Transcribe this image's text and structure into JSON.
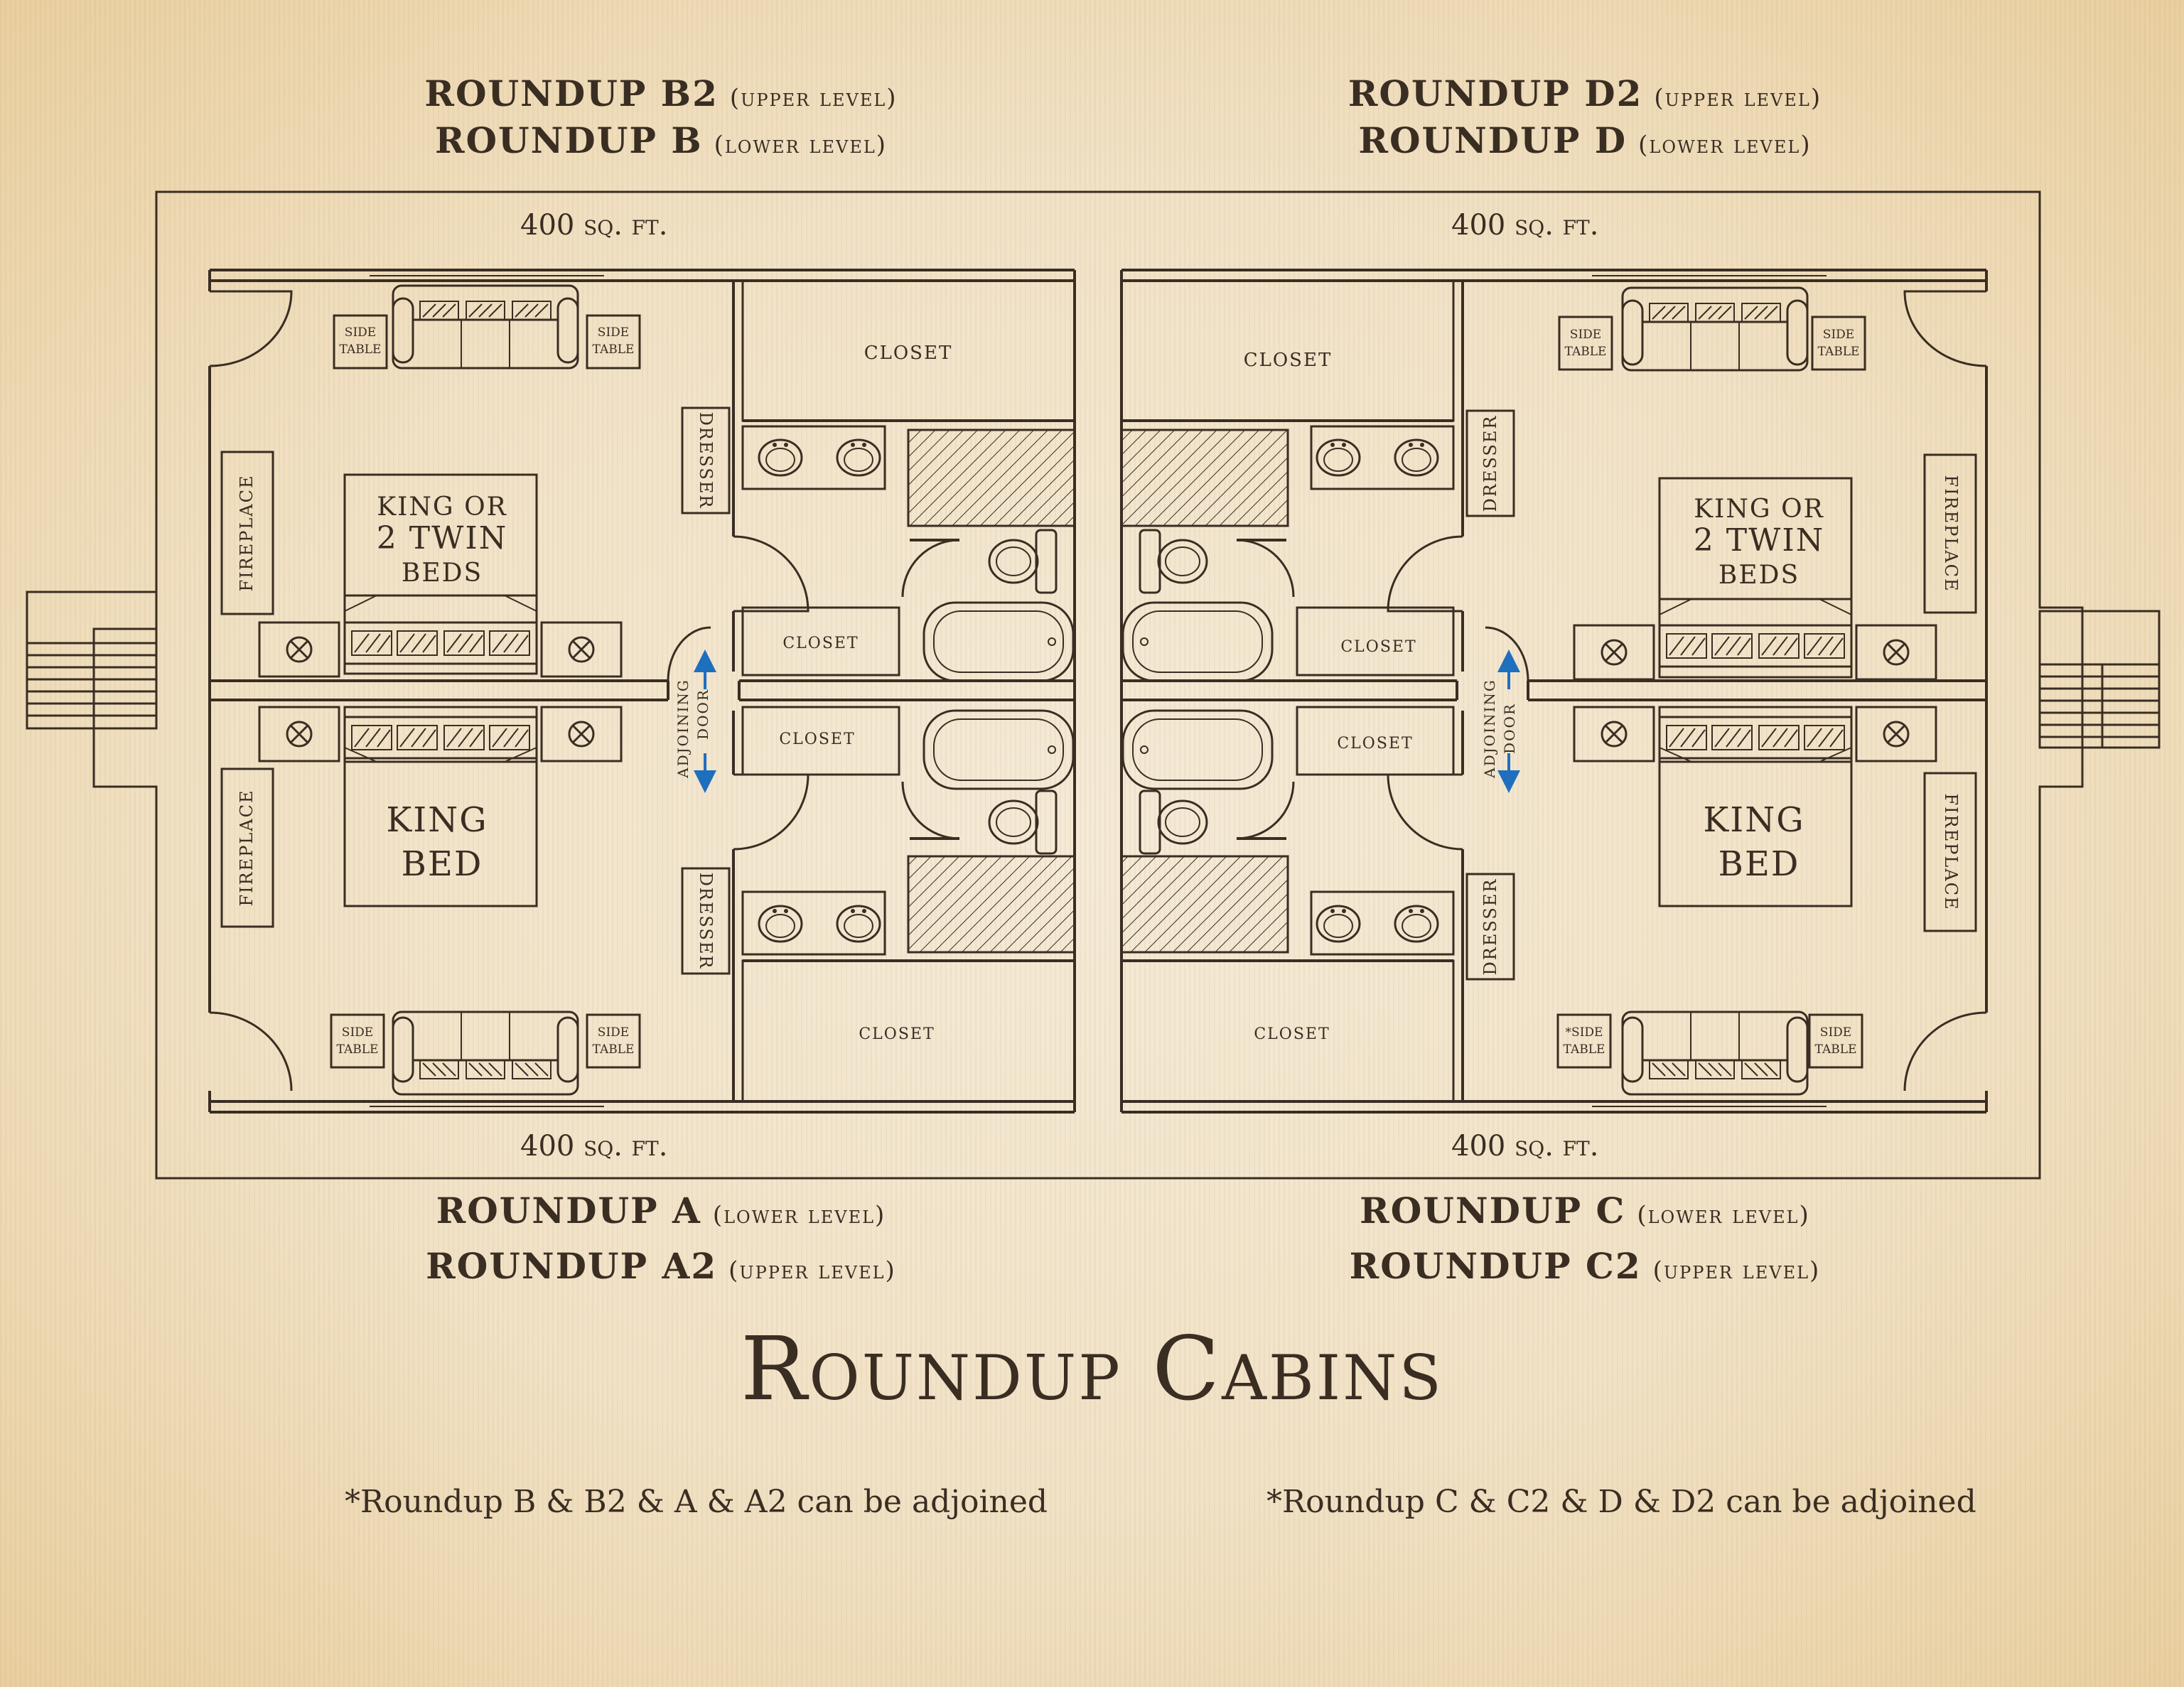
{
  "headers": {
    "top_left_1": {
      "name": "ROUNDUP B2",
      "level": "(upper level)"
    },
    "top_left_2": {
      "name": "ROUNDUP B",
      "level": "(lower level)"
    },
    "top_right_1": {
      "name": "ROUNDUP D2",
      "level": "(upper level)"
    },
    "top_right_2": {
      "name": "ROUNDUP D",
      "level": "(lower level)"
    },
    "bottom_left_1": {
      "name": "ROUNDUP A",
      "level": "(lower level)"
    },
    "bottom_left_2": {
      "name": "ROUNDUP A2",
      "level": "(upper level)"
    },
    "bottom_right_1": {
      "name": "ROUNDUP C",
      "level": "(lower level)"
    },
    "bottom_right_2": {
      "name": "ROUNDUP C2",
      "level": "(upper level)"
    }
  },
  "area": {
    "top_left": "400 sq. ft.",
    "top_right": "400 sq. ft.",
    "bottom_left": "400 sq. ft.",
    "bottom_right": "400 sq. ft."
  },
  "labels": {
    "closet": "CLOSET",
    "dresser": "DRESSER",
    "fireplace": "FIREPLACE",
    "side": "SIDE",
    "table": "TABLE",
    "side_star": "*SIDE",
    "king_or": "KING OR",
    "two_twin": "2 TWIN",
    "beds": "BEDS",
    "king": "KING",
    "bed": "BED",
    "adjoining": "ADJOINING",
    "door": "DOOR"
  },
  "title": "Roundup Cabins",
  "footnotes": {
    "left": "*Roundup B & B2 & A & A2 can be adjoined",
    "right": "*Roundup C & C2 & D & D2 can be adjoined"
  },
  "colors": {
    "ink": "#3a2d22",
    "arrow": "#1f6fbf"
  }
}
